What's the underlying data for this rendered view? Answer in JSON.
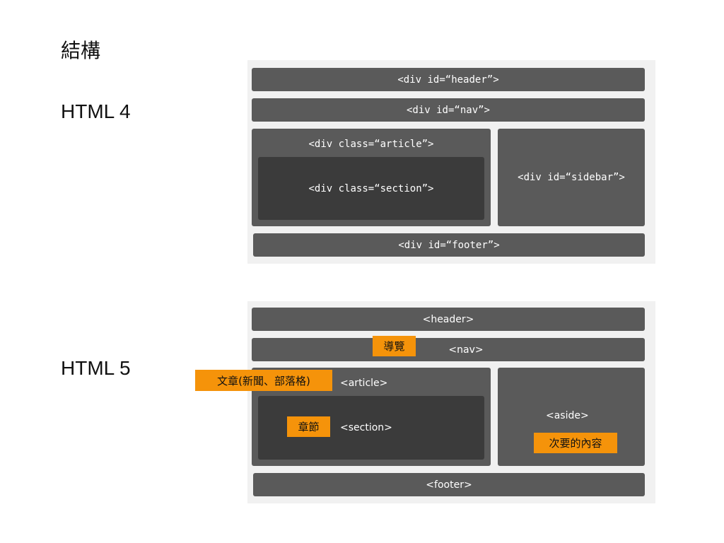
{
  "title": "結構",
  "html4": {
    "label": "HTML 4",
    "header": "<div id=“header”>",
    "nav": "<div id=“nav”>",
    "article": "<div class=“article”>",
    "section": "<div class=“section”>",
    "sidebar": "<div id=“sidebar”>",
    "footer": "<div id=“footer”>"
  },
  "html5": {
    "label": "HTML 5",
    "header": "<header>",
    "nav": "<nav>",
    "nav_note": "導覽",
    "article": "<article>",
    "article_note": "文章(新聞、部落格)",
    "section": "<section>",
    "section_note": "章節",
    "aside": "<aside>",
    "aside_note": "次要的內容",
    "footer": "<footer>"
  },
  "colors": {
    "block": "#5a5a5a",
    "inner_block": "#3b3b3b",
    "panel": "#f1f1f1",
    "note_highlight": "#f5930a"
  }
}
